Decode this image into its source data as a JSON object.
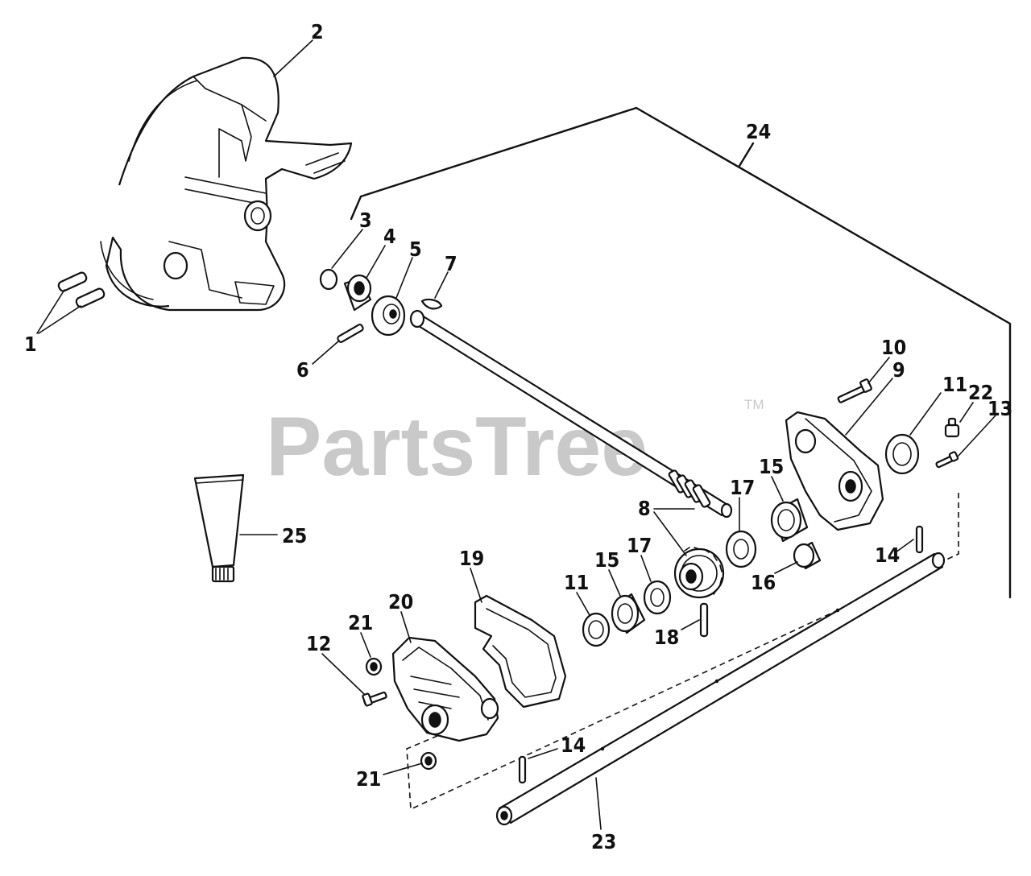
{
  "watermark": {
    "text": "PartsTree",
    "trademark": "TM"
  },
  "part_labels": {
    "p1": "1",
    "p2": "2",
    "p3": "3",
    "p4": "4",
    "p5": "5",
    "p6": "6",
    "p7": "7",
    "p8": "8",
    "p9": "9",
    "p10": "10",
    "p11a": "11",
    "p11b": "11",
    "p12": "12",
    "p13": "13",
    "p14a": "14",
    "p14b": "14",
    "p15a": "15",
    "p15b": "15",
    "p16": "16",
    "p17a": "17",
    "p17b": "17",
    "p18": "18",
    "p19": "19",
    "p20": "20",
    "p21a": "21",
    "p21b": "21",
    "p22": "22",
    "p23": "23",
    "p24": "24",
    "p25": "25"
  }
}
